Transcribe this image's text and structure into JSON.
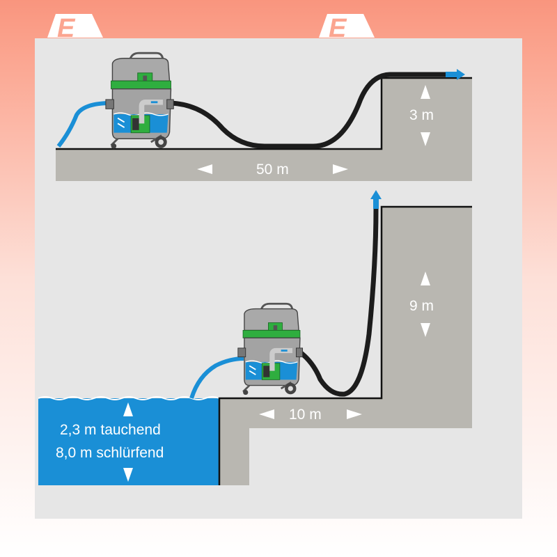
{
  "logo": {
    "letter": "E"
  },
  "top_scene": {
    "distance_label": "50 m",
    "height_label": "3 m"
  },
  "bottom_scene": {
    "distance_label": "10 m",
    "height_label": "9 m",
    "water_line1": "2,3 m tauchend",
    "water_line2": "8,0 m schlürfend"
  },
  "colors": {
    "water": "#1a8fd6",
    "ground": "#b9b7b1",
    "panel": "#e6e6e6",
    "hose": "#1c1c1c",
    "vacuum_green": "#2fae3f",
    "background": "#f9957e"
  }
}
